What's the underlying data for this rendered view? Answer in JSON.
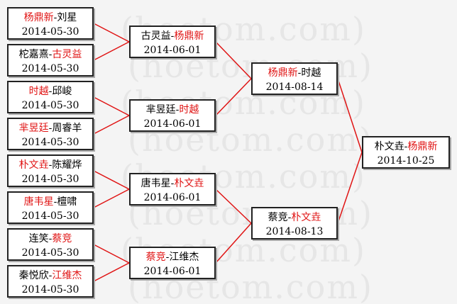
{
  "colors": {
    "winner": "#e01414",
    "line": "#e01414",
    "text": "#000000"
  },
  "watermark": "(hoetom.com)",
  "matches": [
    {
      "id": "r1m1",
      "p1": "杨鼎新",
      "p2": "刘星",
      "winner": 1,
      "date": "2014-05-30"
    },
    {
      "id": "r1m2",
      "p1": "柁嘉熹",
      "p2": "古灵益",
      "winner": 2,
      "date": "2014-05-30"
    },
    {
      "id": "r1m3",
      "p1": "时越",
      "p2": "邱峻",
      "winner": 1,
      "date": "2014-05-30"
    },
    {
      "id": "r1m4",
      "p1": "芈昱廷",
      "p2": "周睿羊",
      "winner": 1,
      "date": "2014-05-30"
    },
    {
      "id": "r1m5",
      "p1": "朴文垚",
      "p2": "陈耀烨",
      "winner": 1,
      "date": "2014-05-30"
    },
    {
      "id": "r1m6",
      "p1": "唐韦星",
      "p2": "檀啸",
      "winner": 1,
      "date": "2014-05-30"
    },
    {
      "id": "r1m7",
      "p1": "连笑",
      "p2": "蔡竞",
      "winner": 2,
      "date": "2014-05-30"
    },
    {
      "id": "r1m8",
      "p1": "秦悦欣",
      "p2": "江维杰",
      "winner": 2,
      "date": "2014-05-30"
    },
    {
      "id": "r2m1",
      "p1": "古灵益",
      "p2": "杨鼎新",
      "winner": 2,
      "date": "2014-06-01"
    },
    {
      "id": "r2m2",
      "p1": "芈昱廷",
      "p2": "时越",
      "winner": 2,
      "date": "2014-06-01"
    },
    {
      "id": "r2m3",
      "p1": "唐韦星",
      "p2": "朴文垚",
      "winner": 2,
      "date": "2014-06-01"
    },
    {
      "id": "r2m4",
      "p1": "蔡竞",
      "p2": "江维杰",
      "winner": 1,
      "date": "2014-06-01"
    },
    {
      "id": "r3m1",
      "p1": "杨鼎新",
      "p2": "时越",
      "winner": 1,
      "date": "2014-08-14"
    },
    {
      "id": "r3m2",
      "p1": "蔡竞",
      "p2": "朴文垚",
      "winner": 2,
      "date": "2014-08-13"
    },
    {
      "id": "final",
      "p1": "朴文垚",
      "p2": "杨鼎新",
      "winner": 2,
      "date": "2014-10-25"
    }
  ],
  "connections": [
    [
      "r1m1",
      "r2m1"
    ],
    [
      "r1m2",
      "r2m1"
    ],
    [
      "r1m3",
      "r2m2"
    ],
    [
      "r1m4",
      "r2m2"
    ],
    [
      "r1m5",
      "r2m3"
    ],
    [
      "r1m6",
      "r2m3"
    ],
    [
      "r1m7",
      "r2m4"
    ],
    [
      "r1m8",
      "r2m4"
    ],
    [
      "r2m1",
      "r3m1"
    ],
    [
      "r2m2",
      "r3m1"
    ],
    [
      "r2m3",
      "r3m2"
    ],
    [
      "r2m4",
      "r3m2"
    ],
    [
      "r3m1",
      "final"
    ],
    [
      "r3m2",
      "final"
    ]
  ]
}
